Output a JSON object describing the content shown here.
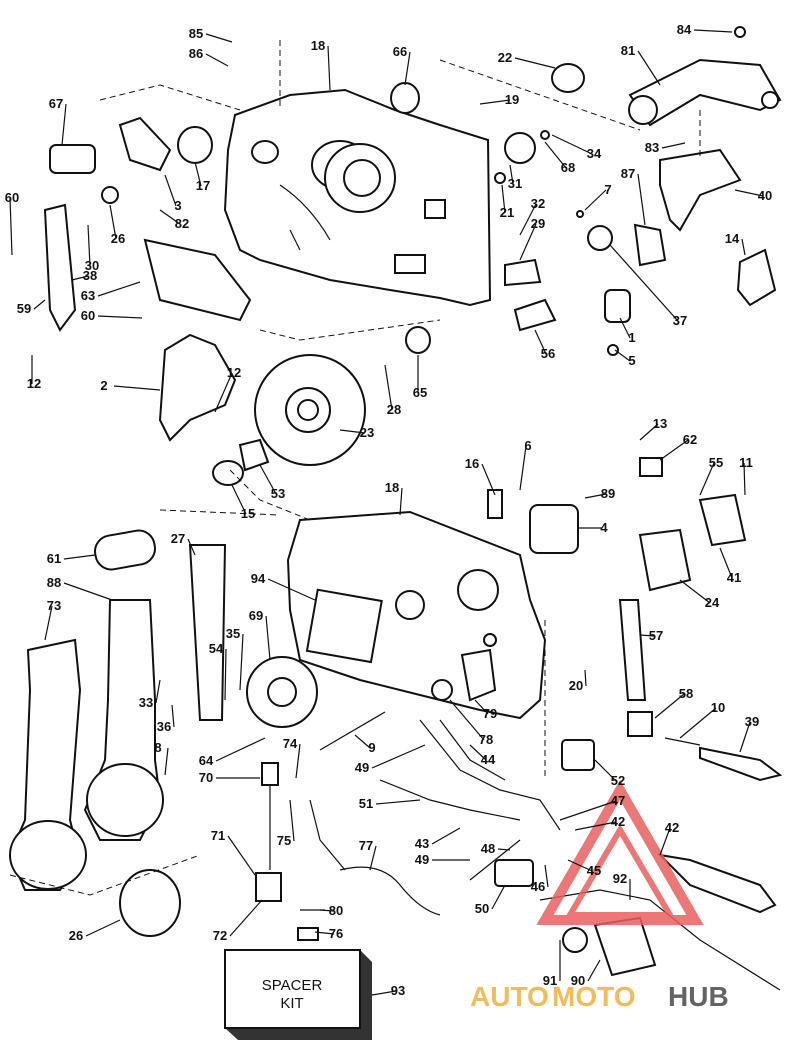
{
  "diagram": {
    "callouts": [
      {
        "id": "c85",
        "text": "85"
      },
      {
        "id": "c86",
        "text": "86"
      },
      {
        "id": "c18a",
        "text": "18"
      },
      {
        "id": "c66",
        "text": "66"
      },
      {
        "id": "c22",
        "text": "22"
      },
      {
        "id": "c84",
        "text": "84"
      },
      {
        "id": "c81",
        "text": "81"
      },
      {
        "id": "c67",
        "text": "67"
      },
      {
        "id": "c19",
        "text": "19"
      },
      {
        "id": "c34",
        "text": "34"
      },
      {
        "id": "c68",
        "text": "68"
      },
      {
        "id": "c83",
        "text": "83"
      },
      {
        "id": "c17",
        "text": "17"
      },
      {
        "id": "c3",
        "text": "3"
      },
      {
        "id": "c31",
        "text": "31"
      },
      {
        "id": "c87",
        "text": "87"
      },
      {
        "id": "c40",
        "text": "40"
      },
      {
        "id": "c60a",
        "text": "60"
      },
      {
        "id": "c26a",
        "text": "26"
      },
      {
        "id": "c82",
        "text": "82"
      },
      {
        "id": "c7",
        "text": "7"
      },
      {
        "id": "c21",
        "text": "21"
      },
      {
        "id": "c32",
        "text": "32"
      },
      {
        "id": "c29",
        "text": "29"
      },
      {
        "id": "c30",
        "text": "30"
      },
      {
        "id": "c14",
        "text": "14"
      },
      {
        "id": "c38",
        "text": "38"
      },
      {
        "id": "c63",
        "text": "63"
      },
      {
        "id": "c59",
        "text": "59"
      },
      {
        "id": "c60b",
        "text": "60"
      },
      {
        "id": "c37",
        "text": "37"
      },
      {
        "id": "c1",
        "text": "1"
      },
      {
        "id": "c56",
        "text": "56"
      },
      {
        "id": "c5",
        "text": "5"
      },
      {
        "id": "c12a",
        "text": "12"
      },
      {
        "id": "c2",
        "text": "2"
      },
      {
        "id": "c12b",
        "text": "12"
      },
      {
        "id": "c28",
        "text": "28"
      },
      {
        "id": "c65",
        "text": "65"
      },
      {
        "id": "c23",
        "text": "23"
      },
      {
        "id": "c13",
        "text": "13"
      },
      {
        "id": "c62",
        "text": "62"
      },
      {
        "id": "c6",
        "text": "6"
      },
      {
        "id": "c16",
        "text": "16"
      },
      {
        "id": "c55",
        "text": "55"
      },
      {
        "id": "c11",
        "text": "11"
      },
      {
        "id": "c53",
        "text": "53"
      },
      {
        "id": "c18b",
        "text": "18"
      },
      {
        "id": "c89",
        "text": "89"
      },
      {
        "id": "c15",
        "text": "15"
      },
      {
        "id": "c4",
        "text": "4"
      },
      {
        "id": "c61",
        "text": "61"
      },
      {
        "id": "c27",
        "text": "27"
      },
      {
        "id": "c41",
        "text": "41"
      },
      {
        "id": "c88",
        "text": "88"
      },
      {
        "id": "c94",
        "text": "94"
      },
      {
        "id": "c24",
        "text": "24"
      },
      {
        "id": "c73",
        "text": "73"
      },
      {
        "id": "c69",
        "text": "69"
      },
      {
        "id": "c35",
        "text": "35"
      },
      {
        "id": "c57",
        "text": "57"
      },
      {
        "id": "c54",
        "text": "54"
      },
      {
        "id": "c20",
        "text": "20"
      },
      {
        "id": "c33",
        "text": "33"
      },
      {
        "id": "c36",
        "text": "36"
      },
      {
        "id": "c79",
        "text": "79"
      },
      {
        "id": "c58",
        "text": "58"
      },
      {
        "id": "c10",
        "text": "10"
      },
      {
        "id": "c39",
        "text": "39"
      },
      {
        "id": "c64",
        "text": "64"
      },
      {
        "id": "c74",
        "text": "74"
      },
      {
        "id": "c78",
        "text": "78"
      },
      {
        "id": "c9",
        "text": "9"
      },
      {
        "id": "c8",
        "text": "8"
      },
      {
        "id": "c49a",
        "text": "49"
      },
      {
        "id": "c44",
        "text": "44"
      },
      {
        "id": "c52",
        "text": "52"
      },
      {
        "id": "c70",
        "text": "70"
      },
      {
        "id": "c47",
        "text": "47"
      },
      {
        "id": "c51",
        "text": "51"
      },
      {
        "id": "c75",
        "text": "75"
      },
      {
        "id": "c42a",
        "text": "42"
      },
      {
        "id": "c42b",
        "text": "42"
      },
      {
        "id": "c71",
        "text": "71"
      },
      {
        "id": "c43",
        "text": "43"
      },
      {
        "id": "c77",
        "text": "77"
      },
      {
        "id": "c48",
        "text": "48"
      },
      {
        "id": "c49b",
        "text": "49"
      },
      {
        "id": "c45",
        "text": "45"
      },
      {
        "id": "c46",
        "text": "46"
      },
      {
        "id": "c92",
        "text": "92"
      },
      {
        "id": "c26b",
        "text": "26"
      },
      {
        "id": "c72",
        "text": "72"
      },
      {
        "id": "c80",
        "text": "80"
      },
      {
        "id": "c50",
        "text": "50"
      },
      {
        "id": "c76",
        "text": "76"
      },
      {
        "id": "c91",
        "text": "91"
      },
      {
        "id": "c90",
        "text": "90"
      },
      {
        "id": "c93",
        "text": "93"
      }
    ],
    "spacer_kit": {
      "line1": "SPACER",
      "line2": "KIT"
    },
    "watermark": {
      "part1": "AUTO",
      "part2": "MOTO",
      "part3": "HUB"
    }
  }
}
